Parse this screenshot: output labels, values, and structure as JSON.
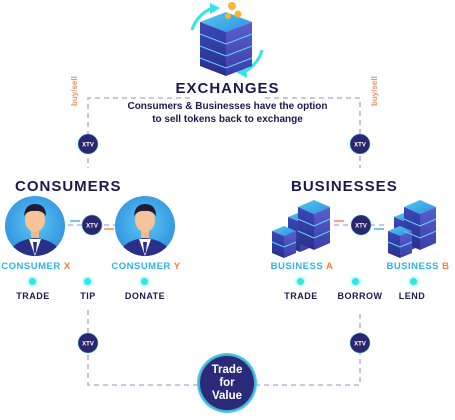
{
  "exchanges": {
    "title": "EXCHANGES",
    "description_line1": "Consumers & Businesses have the option",
    "description_line2": "to sell tokens back to exchange"
  },
  "side_labels": {
    "left": "buy/sell",
    "right": "buy/sell"
  },
  "token_label": "XTV",
  "consumers": {
    "title": "CONSUMERS",
    "x": {
      "word": "CONSUMER",
      "letter": "X"
    },
    "y": {
      "word": "CONSUMER",
      "letter": "Y"
    },
    "actions": [
      "TRADE",
      "TIP",
      "DONATE"
    ]
  },
  "businesses": {
    "title": "BUSINESSES",
    "a": {
      "word": "BUSINESS",
      "letter": "A"
    },
    "b": {
      "word": "BUSINESS",
      "letter": "B"
    },
    "actions": [
      "TRADE",
      "BORROW",
      "LEND"
    ]
  },
  "hub": {
    "line1": "Trade",
    "line2": "for",
    "line3": "Value"
  },
  "colors": {
    "navy": "#1b1a4f",
    "cyan": "#2fb3e6",
    "orange": "#ff7a3d",
    "dashed": "#b8b3e0",
    "token": "#2a276e",
    "glow": "#33e4e8"
  }
}
